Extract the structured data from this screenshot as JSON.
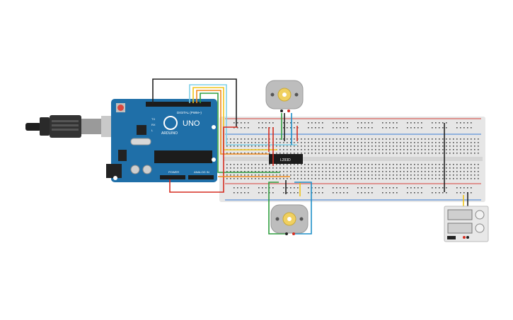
{
  "arduino": {
    "model": "UNO",
    "brand": "ARDUINO",
    "digital_header": "DIGITAL (PWM~)",
    "power_header": "POWER",
    "analog_header": "ANALOG IN",
    "led_labels": [
      "TX",
      "RX",
      "L"
    ],
    "board_color": "#1f6fa8",
    "reset_color": "#d9473f"
  },
  "breadboard": {
    "color": "#e6e6e6",
    "hole_color": "#4a4a4a",
    "rail_red": "#d6403a",
    "rail_blue": "#3a7fd6"
  },
  "chip": {
    "label": "L293D"
  },
  "motors": [
    {
      "name": "motor-top"
    },
    {
      "name": "motor-bottom"
    }
  ],
  "battery": {
    "name": "battery-pack"
  },
  "wire_colors": {
    "black": "#222222",
    "red": "#d62d20",
    "green": "#2e9e3e",
    "blue": "#1e8fc8",
    "yellow": "#f0c419",
    "orange": "#f08a1c",
    "lightblue": "#7fd0e8"
  }
}
